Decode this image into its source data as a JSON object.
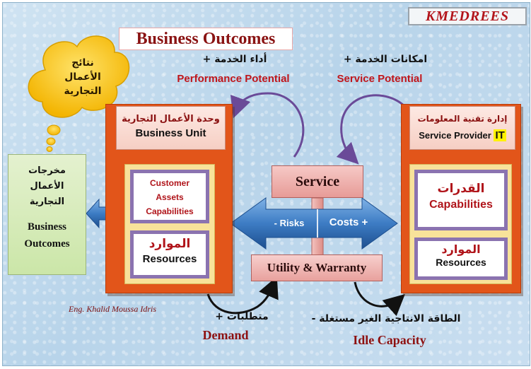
{
  "brand": "KMEDREES",
  "title": "Business Outcomes",
  "cloud": {
    "line1": "نتائج",
    "line2": "الأعمال",
    "line3": "التجارية"
  },
  "outputs_box": {
    "ar1": "مخرجات",
    "ar2": "الأعمال",
    "ar3": "التجارية",
    "en1": "Business",
    "en2": "Outcomes"
  },
  "performance": {
    "ar": "أداء الخدمة +",
    "en": "Performance Potential"
  },
  "service_potential": {
    "ar": "امكانات الخدمة +",
    "en": "Service Potential"
  },
  "business_unit": {
    "header_ar": "وحدة الأعمال التجارية",
    "header_en": "Business Unit",
    "assets": [
      "Customer",
      "Assets",
      "Capabilities"
    ],
    "resources_ar": "الموارد",
    "resources_en": "Resources"
  },
  "service_provider": {
    "header_ar": "إدارة تقنية المعلومات",
    "header_en": "Service Provider",
    "header_it": "IT",
    "capabilities_ar": "القدرات",
    "capabilities_en": "Capabilities",
    "resources_ar": "الموارد",
    "resources_en": "Resources"
  },
  "center": {
    "service": "Service",
    "risks": "- Risks",
    "costs": "Costs +",
    "utility_warranty": "Utility & Warranty"
  },
  "demand": {
    "ar": "متطلبات +",
    "en": "Demand"
  },
  "idle": {
    "ar": "الطاقة الانتاجية الغير مستغلة -",
    "en": "Idle Capacity"
  },
  "author": "Eng. Khalid Moussa Idris",
  "colors": {
    "orange": "#e2551a",
    "title_red": "#8a1313",
    "arrow_blue": "#2f6fb8",
    "accent_red": "#c0161b"
  }
}
